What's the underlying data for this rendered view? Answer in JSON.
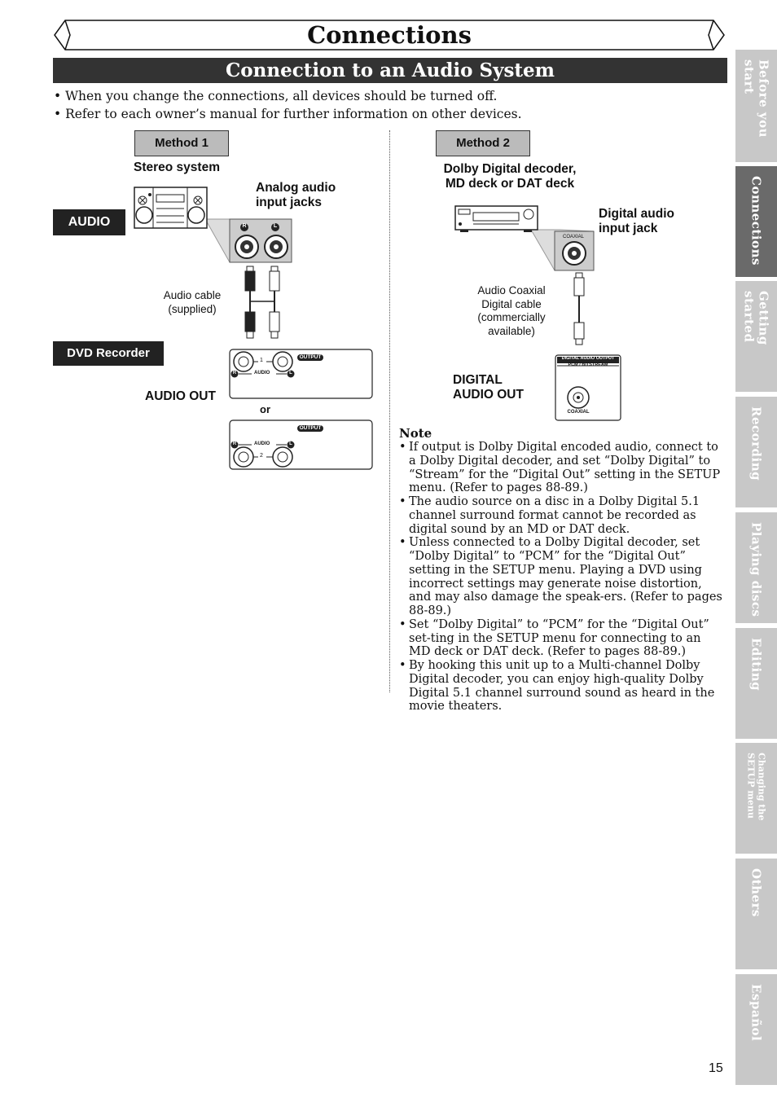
{
  "page_title": "Connections",
  "section_title": "Connection to an Audio System",
  "intro_bullets": [
    "• When you change the connections, all devices should be turned off.",
    "• Refer to each owner’s manual for further information on other devices."
  ],
  "method1": {
    "label": "Method 1",
    "device_title": "Stereo system",
    "audio_badge": "AUDIO",
    "input_jacks_label": [
      "Analog audio",
      "input jacks"
    ],
    "cable_label": [
      "Audio cable",
      "(supplied)"
    ],
    "recorder_badge": "DVD Recorder",
    "out_label": "AUDIO OUT",
    "or_label": "or",
    "panel1": {
      "output": "OUTPUT",
      "audio": "AUDIO",
      "num": "1"
    },
    "panel2": {
      "output": "OUTPUT",
      "audio": "AUDIO",
      "num": "2"
    },
    "jack_r": "R",
    "jack_l": "L"
  },
  "method2": {
    "label": "Method 2",
    "device_title": [
      "Dolby Digital decoder,",
      "MD deck or DAT deck"
    ],
    "input_jack_label": [
      "Digital audio",
      "input jack"
    ],
    "coaxial_small": "COAXIAL",
    "cable_label": [
      "Audio Coaxial",
      "Digital cable",
      "(commercially",
      "available)"
    ],
    "out_label": [
      "DIGITAL",
      "AUDIO OUT"
    ],
    "panel_header": [
      "DIGITAL AUDIO OUTPUT",
      "PCM / BITSTREAM"
    ],
    "panel_coaxial": "COAXIAL"
  },
  "note": {
    "title": "Note",
    "items": [
      "If output is Dolby Digital encoded audio, connect to a Dolby Digital decoder, and set “Dolby Digital” to “Stream” for the “Digital Out” setting in the SETUP menu. (Refer to pages 88-89.)",
      "The audio source on a disc in a Dolby Digital 5.1 channel surround format cannot be recorded as digital sound by an MD or DAT deck.",
      "Unless connected to a Dolby Digital decoder, set “Dolby Digital” to “PCM” for the “Digital Out” setting in the SETUP menu. Playing a DVD using incorrect settings may generate noise distortion, and may also damage the speak-ers. (Refer to pages 88-89.)",
      "Set “Dolby Digital” to “PCM” for the “Digital Out” set-ting in the SETUP menu for connecting to an MD deck or DAT deck. (Refer to pages 88-89.)",
      "By hooking this unit up to a Multi-channel Dolby Digital decoder, you can enjoy high-quality Dolby Digital 5.1 channel surround sound as heard in the movie theaters."
    ]
  },
  "side_tabs": [
    "Before you start",
    "Connections",
    "Getting started",
    "Recording",
    "Playing discs",
    "Editing",
    "Changing the SETUP menu",
    "Others",
    "Español"
  ],
  "active_tab": "Connections",
  "page_number": "15",
  "colors": {
    "section_bar": "#333333",
    "tab_inactive": "#c8c8c8",
    "tab_active": "#6a6a6a",
    "method_box": "#bbbbbb"
  }
}
